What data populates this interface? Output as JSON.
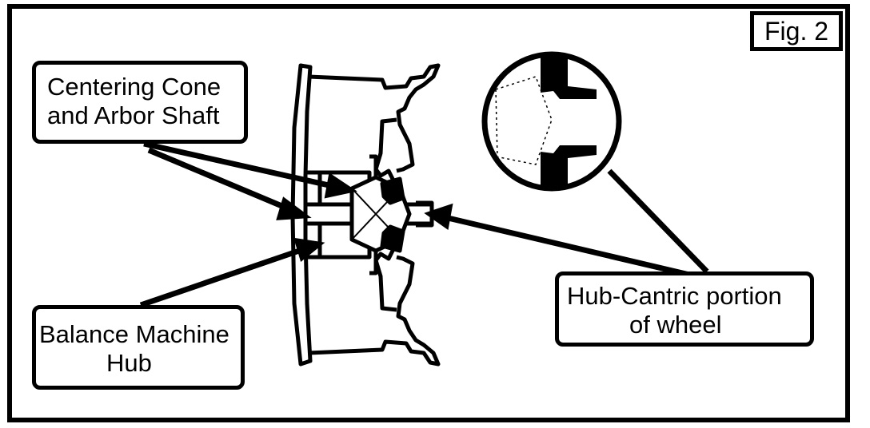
{
  "figure": {
    "fig_label": "Fig. 2",
    "labels": {
      "centering_cone_line1": "Centering Cone",
      "centering_cone_line2": "and Arbor Shaft",
      "balance_hub_line1": "Balance Machine",
      "balance_hub_line2": "Hub",
      "hub_centric_line1": "Hub-Cantric portion",
      "hub_centric_line2": "of wheel"
    }
  },
  "colors": {
    "ink": "#000000",
    "paper": "#ffffff"
  }
}
